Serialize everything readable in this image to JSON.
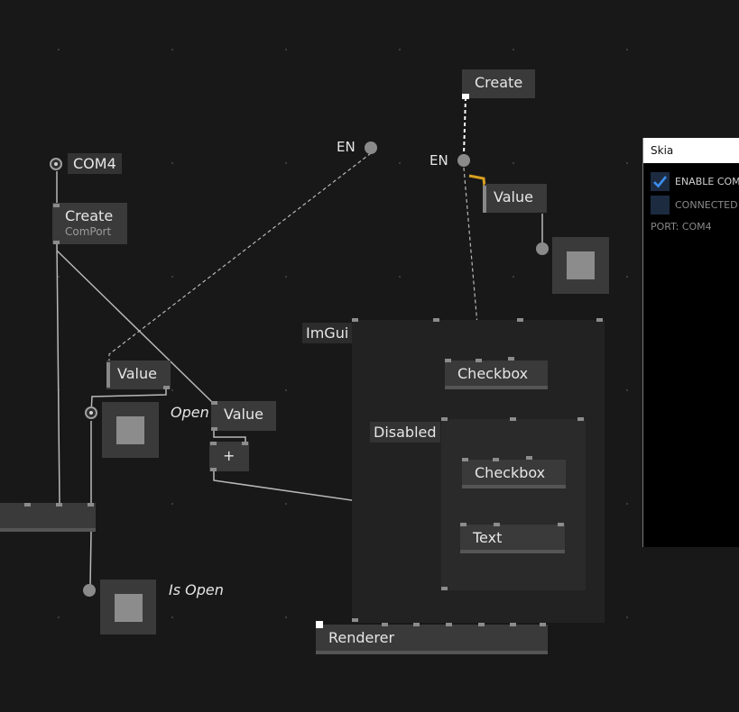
{
  "nodes": {
    "create_top": "Create",
    "create_comport": "Create",
    "create_comport_sub": "ComPort",
    "value_right": "Value",
    "value_left": "Value",
    "value_mid": "Value",
    "plus": "+",
    "checkbox_1": "Checkbox",
    "checkbox_2": "Checkbox",
    "text": "Text",
    "renderer": "Renderer"
  },
  "labels": {
    "com4": "COM4",
    "en_1": "EN",
    "en_2": "EN",
    "imgui": "ImGui",
    "disabled": "Disabled",
    "open": "Open",
    "is_open": "Is Open"
  },
  "skia_window": {
    "title": "Skia",
    "enable_label": "ENABLE COM",
    "enable_checked": true,
    "connected_label": "CONNECTED",
    "connected_checked": false,
    "port_label": "PORT: COM4"
  },
  "colors": {
    "background": "#181818",
    "node": "#3a3a3a",
    "link": "#bdbdbd",
    "active_link": "#d8a020",
    "check_accent": "#3b8df0"
  }
}
